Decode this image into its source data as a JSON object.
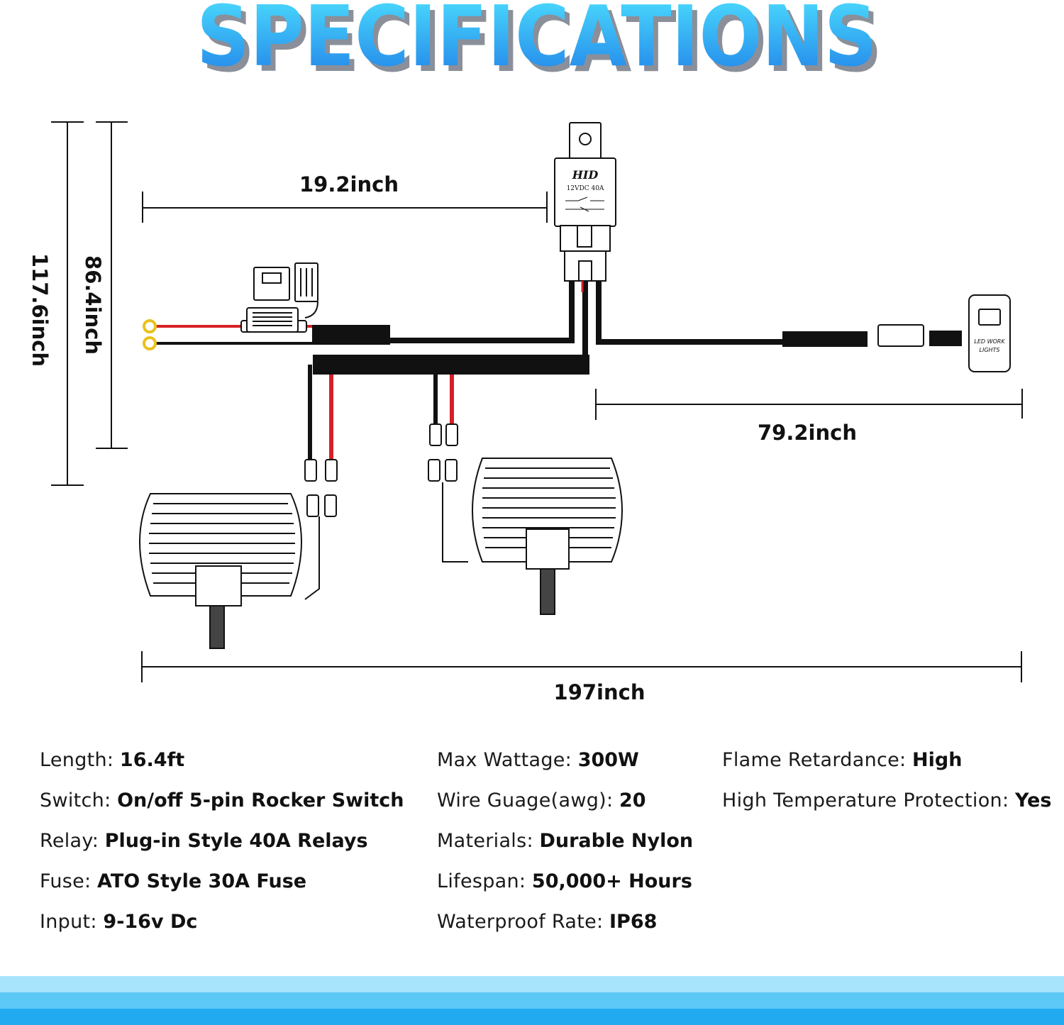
{
  "title": "SPECIFICATIONS",
  "dimensions": {
    "relay_lead": "19.2inch",
    "switch_lead": "79.2inch",
    "total_length": "197inch",
    "height_inner": "86.4inch",
    "height_outer": "117.6inch"
  },
  "relay": {
    "brand": "HID",
    "rating": "12VDC 40A"
  },
  "switch": {
    "label_line1": "LED WORK",
    "label_line2": "LIGHTS"
  },
  "specs": {
    "col1": [
      {
        "label": "Length:",
        "value": "16.4ft"
      },
      {
        "label": "Switch:",
        "value": "On/off 5-pin Rocker Switch"
      },
      {
        "label": "Relay:",
        "value": "Plug-in Style 40A Relays"
      },
      {
        "label": "Fuse:",
        "value": "ATO Style 30A Fuse"
      },
      {
        "label": "Input:",
        "value": "9-16v Dc"
      }
    ],
    "col2": [
      {
        "label": "Max Wattage:",
        "value": "300W"
      },
      {
        "label": "Wire Guage(awg):",
        "value": "20"
      },
      {
        "label": "Materials:",
        "value": "Durable Nylon"
      },
      {
        "label": "Lifespan:",
        "value": "50,000+ Hours"
      },
      {
        "label": "Waterproof Rate:",
        "value": "IP68"
      }
    ],
    "col3": [
      {
        "label": "Flame Retardance:",
        "value": "High"
      },
      {
        "label": "High Temperature Protection:",
        "value": "Yes"
      }
    ]
  },
  "colors": {
    "title_light": "#4fe3ff",
    "title_dark": "#1f7fe8",
    "title_shadow": "#8a8f99",
    "wire_black": "#111111",
    "wire_red": "#d81f26",
    "terminal_ring": "#e8c21c",
    "band_light": "#a8e4fb",
    "band_mid": "#5cc8f5",
    "band_dark": "#22aaf0"
  }
}
